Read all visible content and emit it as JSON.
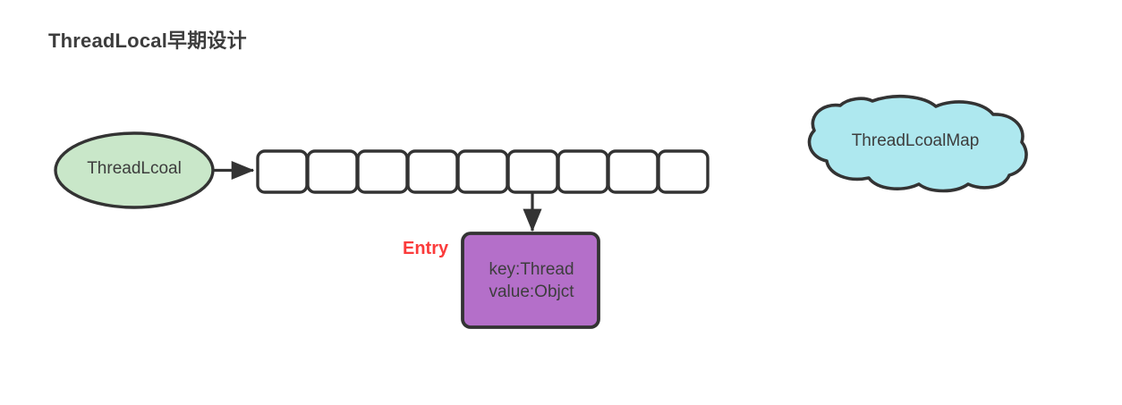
{
  "title": "ThreadLocal早期设计",
  "theme": {
    "background": "#ffffff",
    "stroke": "#333333",
    "text": "#3d3d3d",
    "ellipse_fill": "#c9e7c9",
    "cloud_fill": "#aee8ef",
    "entry_fill": "#b46fc9",
    "cell_fill": "#ffffff",
    "accent_red": "#fb3b3b"
  },
  "nodes": {
    "threadlocal": {
      "label": "ThreadLcoal",
      "shape": "ellipse",
      "fill": "#c9e7c9"
    },
    "threadlocalmap": {
      "label": "ThreadLcoalMap",
      "shape": "cloud",
      "fill": "#aee8ef"
    },
    "entry": {
      "tag": "Entry",
      "shape": "rounded-rect",
      "fill": "#b46fc9",
      "lines": [
        "key:Thread",
        "value:Objct"
      ],
      "line_key": "key:Thread",
      "line_value": "value:Objct"
    },
    "array": {
      "shape": "cell-row",
      "cell_count": 9,
      "cells": [
        "",
        "",
        "",
        "",
        "",
        "",
        "",
        "",
        ""
      ],
      "highlighted_index": 5
    }
  },
  "edges": [
    {
      "name": "threadlocal-to-array",
      "from": "threadlocal",
      "to": "array",
      "direction": "right",
      "label": ""
    },
    {
      "name": "array-cell-to-entry",
      "from": "array.cell.6",
      "to": "entry",
      "direction": "down",
      "label": ""
    }
  ]
}
